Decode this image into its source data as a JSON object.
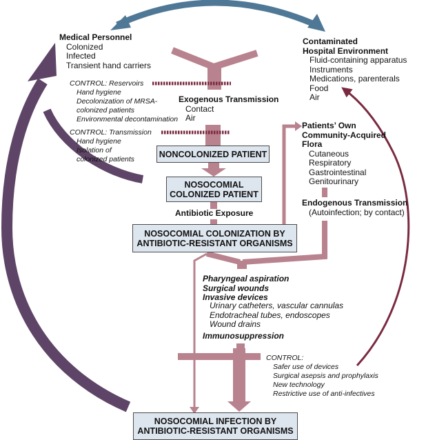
{
  "colors": {
    "blue_arrow": "#4f7896",
    "purple_arrow": "#5e4466",
    "pink_flow": "#b8828e",
    "dark_red": "#7a2a40",
    "box_fill": "#dde5ee"
  },
  "medical_personnel": {
    "title": "Medical Personnel",
    "items": [
      "Colonized",
      "Infected",
      "Transient hand carriers"
    ]
  },
  "hospital_environment": {
    "title_line1": "Contaminated",
    "title_line2": "Hospital Environment",
    "items": [
      "Fluid-containing apparatus",
      "Instruments",
      "Medications, parenterals",
      "Food",
      "Air"
    ]
  },
  "control_reservoirs": {
    "title": "CONTROL: Reservoirs",
    "items": [
      "Hand hygiene",
      "Decolonization of MRSA-",
      "colonized patients",
      "Environmental decontamination"
    ]
  },
  "control_transmission": {
    "title": "CONTROL: Transmission",
    "items": [
      "Hand hygiene",
      "Isolation of",
      "colonized patients"
    ]
  },
  "exogenous": {
    "title": "Exogenous Transmission",
    "items": [
      "Contact",
      "Air"
    ]
  },
  "patients_flora": {
    "title_lines": [
      "Patients’ Own",
      "Community-Acquired",
      "Flora"
    ],
    "items": [
      "Cutaneous",
      "Respiratory",
      "Gastrointestinal",
      "Genitourinary"
    ]
  },
  "endogenous": {
    "title": "Endogenous Transmission",
    "subtitle": "(Autoinfection; by contact)"
  },
  "boxes": {
    "noncolonized": "NONCOLONIZED PATIENT",
    "colonized_line1": "NOSOCOMIAL",
    "colonized_line2": "COLONIZED PATIENT",
    "resistant_colonization_line1": "NOSOCOMIAL COLONIZATION BY",
    "resistant_colonization_line2": "ANTIBIOTIC-RESISTANT ORGANISMS",
    "infection_line1": "NOSOCOMIAL INFECTION BY",
    "infection_line2": "ANTIBIOTIC-RESISTANT ORGANISMS"
  },
  "antibiotic_exposure": "Antibiotic Exposure",
  "risk_factors": {
    "main": [
      "Pharyngeal aspiration",
      "Surgical wounds",
      "Invasive devices"
    ],
    "devices": [
      "Urinary catheters, vascular cannulas",
      "Endotracheal tubes, endoscopes",
      "Wound drains"
    ],
    "last": "Immunosuppression"
  },
  "control_infection": {
    "title": "CONTROL:",
    "items": [
      "Safer use of devices",
      "Surgical asepsis and prophylaxis",
      "New technology",
      "Restrictive use of anti-infectives"
    ]
  }
}
